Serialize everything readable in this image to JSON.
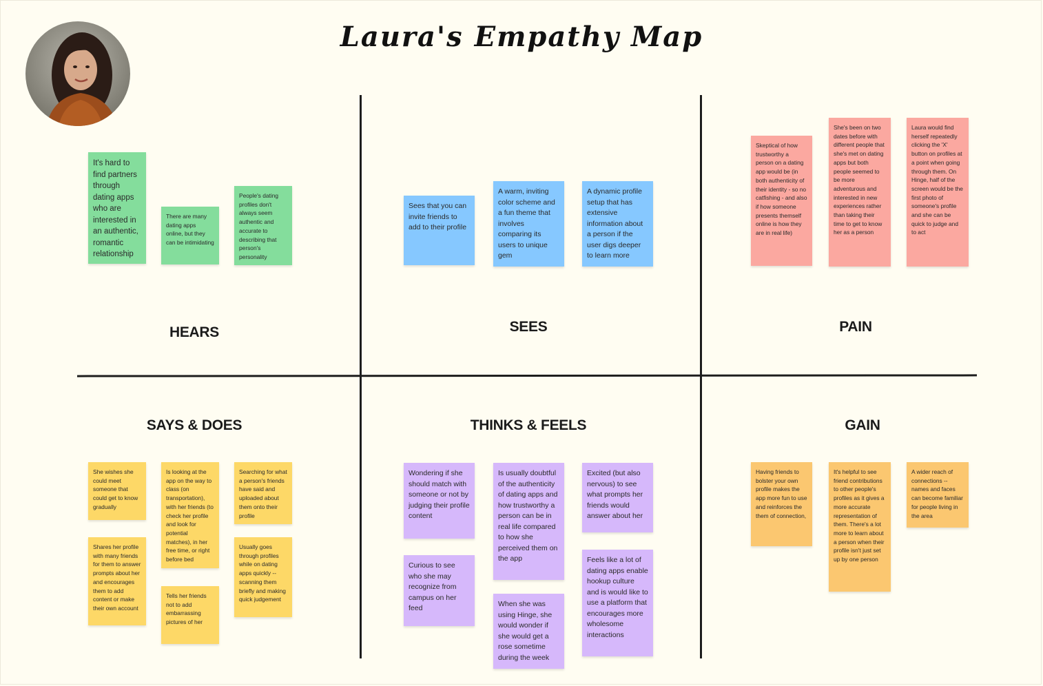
{
  "title": "Laura's Empathy Map",
  "sections": {
    "hears": "HEARS",
    "sees": "SEES",
    "pain": "PAIN",
    "says_does": "SAYS & DOES",
    "thinks_feels": "THINKS & FEELS",
    "gain": "GAIN"
  },
  "notes": {
    "hears": [
      "It's hard to find partners through dating apps who are interested in an authentic, romantic relationship",
      "There are many dating apps online, but they can be intimidating",
      "People's dating profiles don't always seem authentic and accurate to describing that person's personality"
    ],
    "sees": [
      "Sees that you can invite friends to add to their profile",
      "A warm, inviting color scheme and a fun theme that involves comparing its users to unique gem",
      "A dynamic profile setup that has extensive information about a person if the user digs deeper to learn more"
    ],
    "pain": [
      "Skeptical of how trustworthy a person on a dating app would be (in both authenticity of their identity - so no catfishing - and also if how someone presents themself online is how they are in real life)",
      "She's been on two dates before with different people that she's met on dating apps but both people seemed to be more adventurous and interested in new experiences rather than taking their time to get to know her as a person",
      "Laura would find herself repeatedly clicking the 'X' button on profiles at a point when going through them. On Hinge, half of the screen would be the first photo of someone's profile and she can be quick to judge and to act"
    ],
    "says_does": [
      "She wishes she could meet someone that could get to know gradually",
      "Is looking at the app on the way to class (on transportation), with her friends (to check her profile and look for potential matches), in her free time, or right before bed",
      "Searching for what a person's friends have said and uploaded about them onto their profile",
      "Shares her profile with many friends for them to answer prompts about her and encourages them to add content or make their own account",
      "Tells her friends not to add embarrassing pictures of her",
      "Usually goes through profiles while on dating apps quickly -- scanning them briefly and making quick judgement"
    ],
    "thinks_feels": [
      "Wondering if she should match with someone or not by judging their profile content",
      "Curious to see who she may recognize from campus on her feed",
      "Is usually doubtful of the authenticity of dating apps and how trustworthy a person can be in real life compared to how she perceived them on the app",
      "When she was using Hinge, she would wonder if she would get a rose sometime during the week",
      "Excited (but also nervous) to see what prompts her friends would answer about her",
      "Feels like a lot of dating apps enable hookup culture and is would like to use a platform that encourages more wholesome interactions"
    ],
    "gain": [
      "Having friends to bolster your own profile makes the app more fun to use and reinforces the them of connection,",
      "It's helpful to see friend contributions to other people's profiles as it gives a more accurate representation of them. There's a lot more to learn about a person when their profile isn't just set up by one person",
      "A wider reach of connections -- names and faces can become familiar for people living in the area"
    ]
  },
  "colors": {
    "hears": "#84dd9c",
    "sees": "#86c8ff",
    "pain": "#fba8a0",
    "says_does": "#fdd867",
    "thinks_feels": "#d6b8fb",
    "gain": "#fbc770"
  },
  "icons": {
    "avatar": "profile-photo"
  }
}
